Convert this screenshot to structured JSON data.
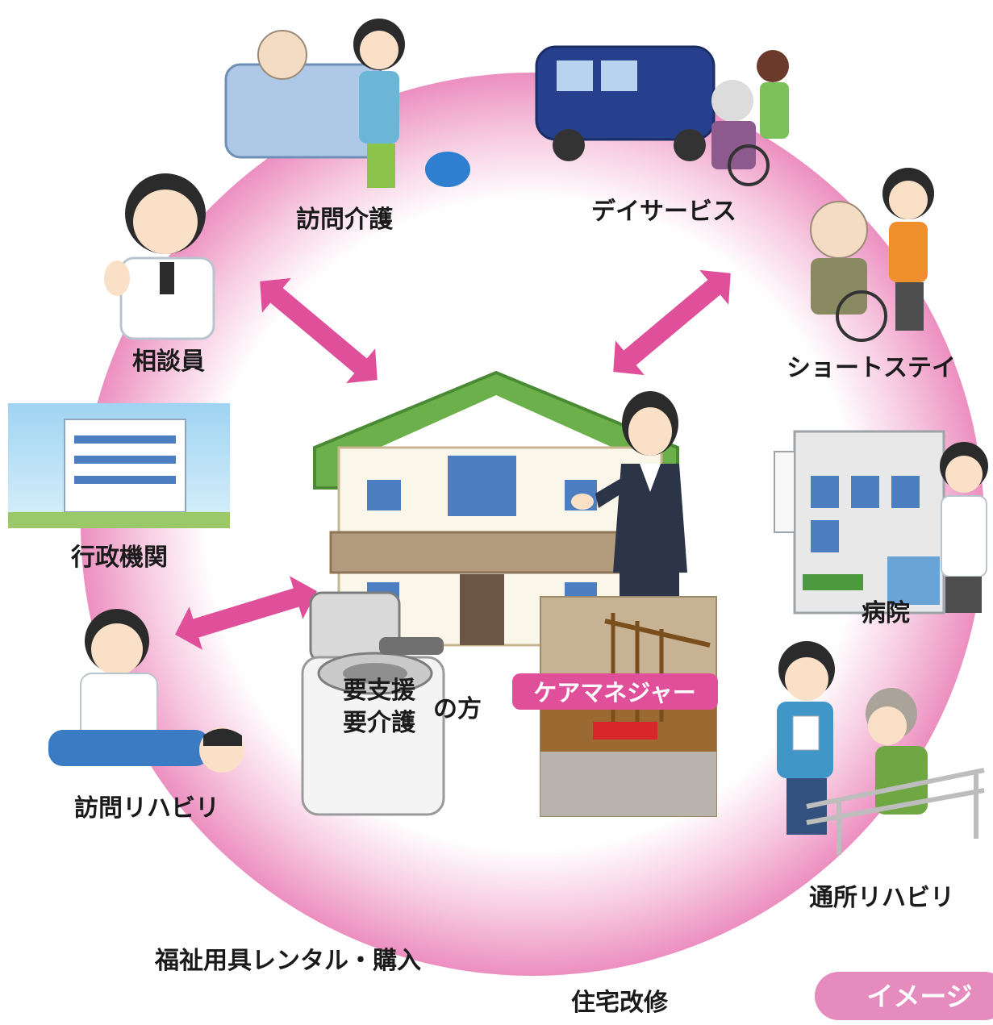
{
  "center": {
    "client_line1": "要支援",
    "client_line2": "要介護",
    "client_suffix": "の方",
    "care_manager": "ケアマネジャー"
  },
  "services": {
    "home_care": "訪問介護",
    "day_service": "デイサービス",
    "short_stay": "ショートステイ",
    "hospital": "病院",
    "day_rehab": "通所リハビリ",
    "home_renovation": "住宅改修",
    "welfare_equipment": "福祉用具レンタル・購入",
    "home_rehab": "訪問リハビリ",
    "government": "行政機関",
    "counselor": "相談員"
  },
  "badge": "イメージ",
  "colors": {
    "ring": "#ef98c6",
    "arrow": "#e0509a",
    "pill": "#e0509a"
  }
}
